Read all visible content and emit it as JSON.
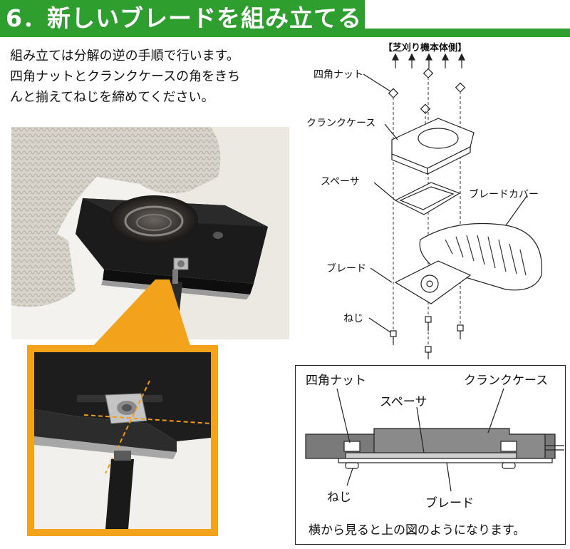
{
  "header": {
    "title": "6．新しいブレードを組み立てる"
  },
  "intro": {
    "lines": [
      "組み立ては分解の逆の手順で行います。",
      "四角ナットとクランクケースの角をきち",
      "んと揃えてねじを締めてください。"
    ]
  },
  "diagram": {
    "direction_label": "【芝刈り機本体側】",
    "labels": {
      "square_nut": "四角ナット",
      "crankcase": "クランクケース",
      "spacer": "スペーサ",
      "blade_cover": "ブレードカバー",
      "blade": "ブレード",
      "screw": "ねじ"
    }
  },
  "side_view": {
    "labels": {
      "square_nut": "四角ナット",
      "crankcase": "クランクケース",
      "spacer": "スペーサ",
      "screw": "ねじ",
      "blade": "ブレード"
    },
    "caption": "横から見ると上の図のようになります。"
  },
  "colors": {
    "header_green": "#2e9e2e",
    "zoom_frame_orange": "#f2a31b",
    "guide_line_orange": "#f29a1b"
  }
}
